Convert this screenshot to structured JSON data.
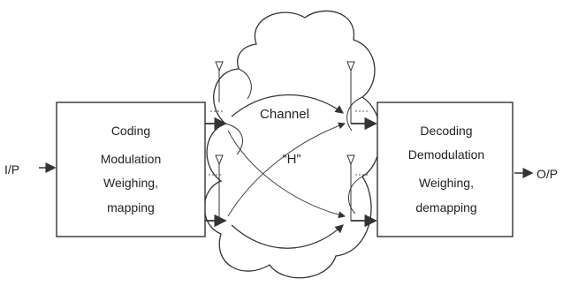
{
  "diagram": {
    "input_label": "I/P",
    "output_label": "O/P",
    "transmitter": {
      "lines": [
        "Coding",
        "Modulation",
        "Weighing,",
        "mapping"
      ]
    },
    "channel": {
      "title": "Channel",
      "symbol": "“H”"
    },
    "receiver": {
      "lines": [
        "Decoding",
        "Demodulation",
        "Weighing,",
        "demapping"
      ]
    }
  },
  "colors": {
    "stroke": "#333333",
    "text": "#222222",
    "background": "#ffffff"
  },
  "icons": [
    "antenna-icon",
    "arrow-right-icon",
    "cloud-shape"
  ]
}
